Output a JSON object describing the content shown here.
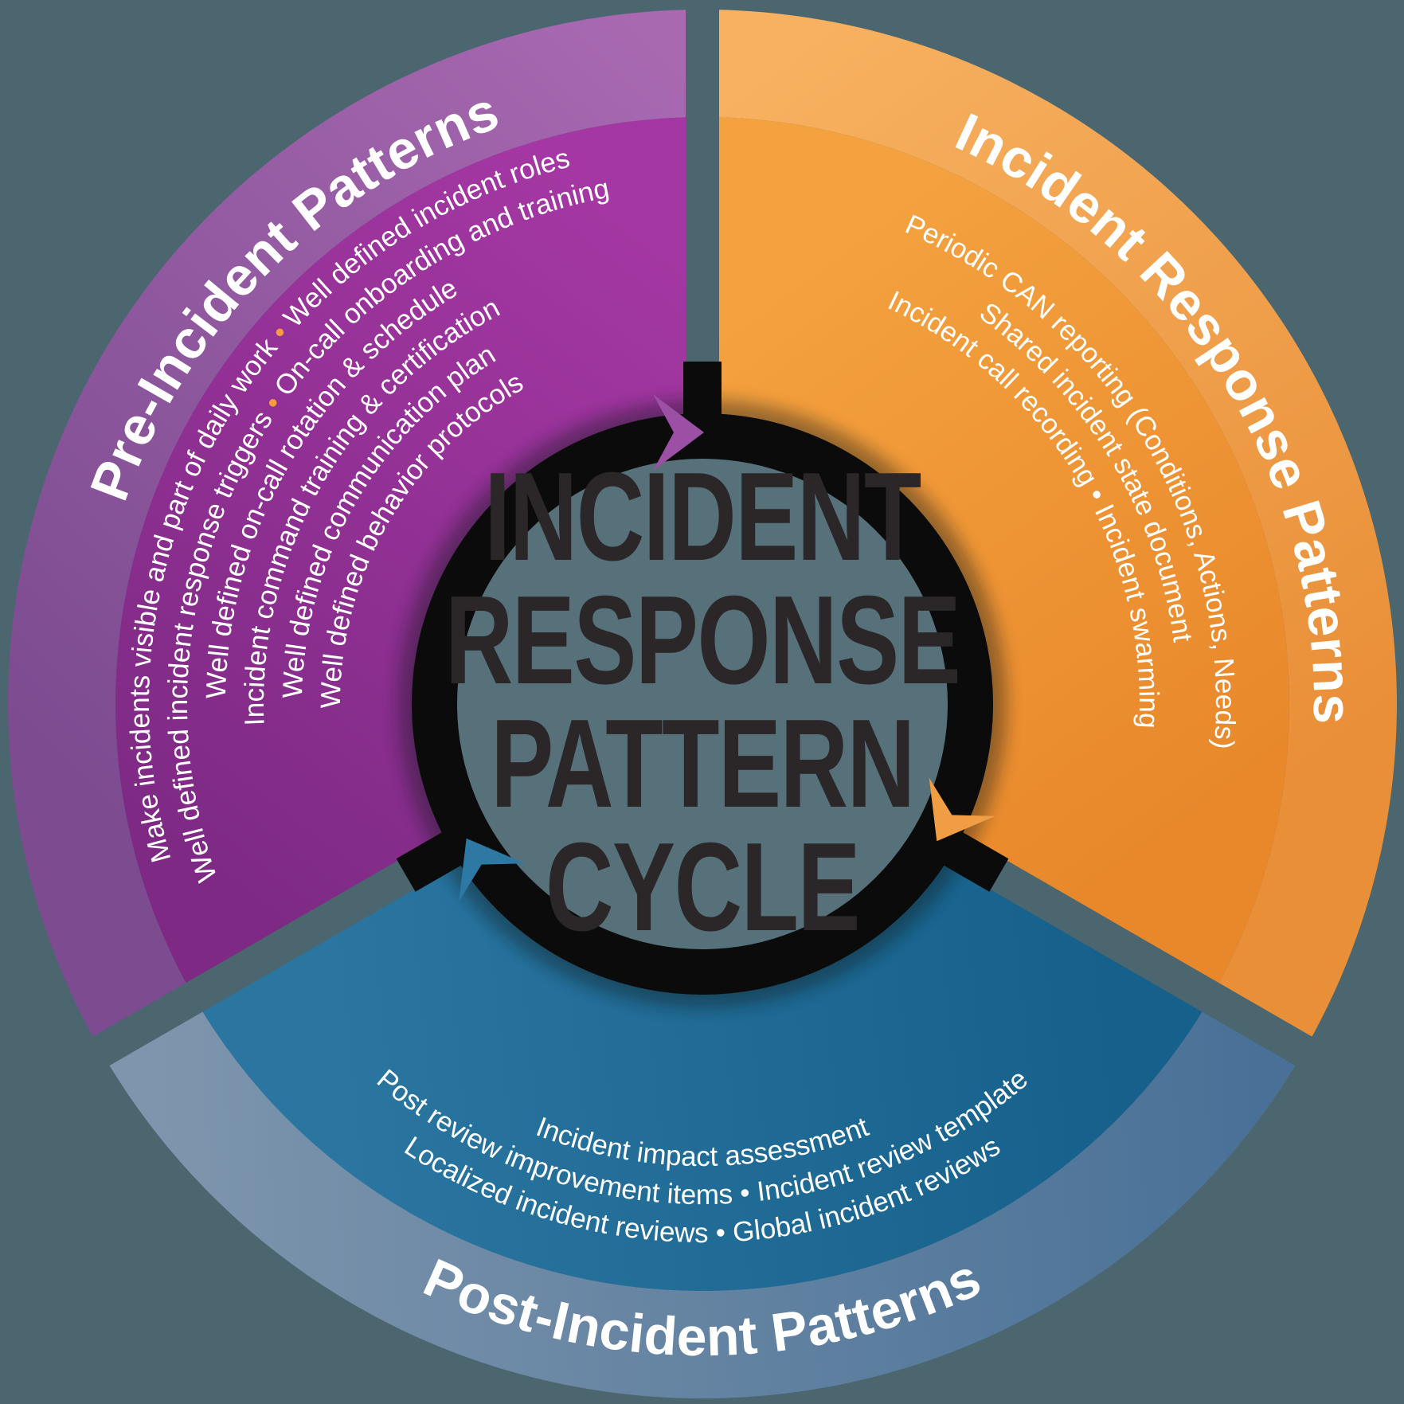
{
  "background_color": "#4C6670",
  "center": {
    "title_lines": [
      "INCIDENT",
      "RESPONSE",
      "PATTERN",
      "CYCLE"
    ],
    "bg_color": "#57717B",
    "text_color": "#2B2728",
    "ring_color": "#0B0B0C"
  },
  "colors": {
    "purple_main": "#93308F",
    "purple_light": "#9E63A8",
    "orange_main": "#F0983B",
    "orange_light": "#F6AC57",
    "blue_main": "#1D6E98",
    "blue_light": "#6A8CA9",
    "separator_dot_orange": "#F59D3D",
    "item_text": "#FFFFFF"
  },
  "segments": {
    "pre_incident": {
      "label": "Pre-Incident Patterns",
      "arrow_color": "#9B4FA5",
      "items": [
        "Make incidents visible and part of daily work • Well defined incident roles",
        "Well defined incident response triggers • On-call onboarding and training",
        "Well defined on-call rotation & schedule",
        "Incident command training & certification",
        "Well defined communication plan",
        "Well defined behavior protocols"
      ]
    },
    "incident_response": {
      "label": "Incident Response Patterns",
      "arrow_color": "#F09D44",
      "items": [
        "Periodic CAN reporting (Conditions, Actions, Needs)",
        "Shared incident state document",
        "Incident call recording • Incident swarming"
      ]
    },
    "post_incident": {
      "label": "Post-Incident Patterns",
      "arrow_color": "#2D79A4",
      "items": [
        "Incident impact assessment",
        "Post review improvement items • Incident review template",
        "Localized incident reviews • Global incident reviews"
      ]
    }
  }
}
